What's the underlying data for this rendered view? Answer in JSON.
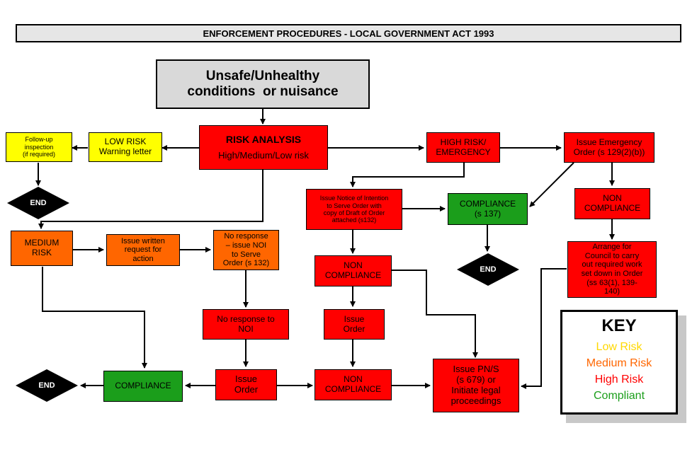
{
  "title": "ENFORCEMENT PROCEDURES - LOCAL GOVERNMENT ACT 1993",
  "nodes": {
    "start": [
      "Unsafe/Unhealthy",
      "conditions  or nuisance"
    ],
    "risk_analysis_title": "RISK ANALYSIS",
    "risk_analysis_sub": "High/Medium/Low risk",
    "low_risk": [
      "LOW RISK",
      "Warning letter"
    ],
    "follow_up": [
      "Follow-up",
      "inspection",
      "(if required)"
    ],
    "end_left_top": "END",
    "medium_risk": [
      "MEDIUM",
      "RISK"
    ],
    "issue_written_request": [
      "Issue written",
      "request for",
      "action"
    ],
    "no_response_issue_noi": [
      "No response",
      "– issue NOI",
      "to Serve",
      "Order (s 132)"
    ],
    "no_response_to_noi": [
      "No response to",
      "NOI"
    ],
    "issue_order_left": [
      "Issue",
      "Order"
    ],
    "compliance_bottom": "COMPLIANCE",
    "end_bottom_left": "END",
    "high_risk": [
      "HIGH RISK/",
      "EMERGENCY"
    ],
    "issue_emergency_order": [
      "Issue Emergency",
      "Order (s 129(2)(b))"
    ],
    "issue_notice_intention": [
      "Issue Notice of Intention",
      "to Serve Order with",
      "copy of Draft of Order",
      "attached (s132)"
    ],
    "compliance_137": [
      "COMPLIANCE",
      "(s 137)"
    ],
    "end_middle": "END",
    "non_compliance_emergency": [
      "NON",
      "COMPLIANCE"
    ],
    "arrange_council": [
      "Arrange for",
      "Council to carry",
      "out required work",
      "set down in Order",
      "(ss 63(1), 139-",
      "140)"
    ],
    "non_compliance_mid": [
      "NON",
      "COMPLIANCE"
    ],
    "issue_order_mid": [
      "Issue",
      "Order"
    ],
    "non_compliance_bottom": [
      "NON",
      "COMPLIANCE"
    ],
    "issue_pns": [
      "Issue PN/S",
      "(s 679) or",
      "Initiate legal",
      "proceedings"
    ]
  },
  "key": {
    "title": "KEY",
    "items": [
      {
        "label": "Low Risk",
        "color": "#ffd800"
      },
      {
        "label": "Medium Risk",
        "color": "#ff6600"
      },
      {
        "label": "High Risk",
        "color": "#ff0000"
      },
      {
        "label": "Compliant",
        "color": "#1b9e1b"
      }
    ]
  },
  "colors": {
    "high": "#ff0000",
    "medium": "#ff6600",
    "low": "#ffff00",
    "compliant": "#1b9e1b",
    "start": "#d9d9d9",
    "end": "#000000"
  }
}
